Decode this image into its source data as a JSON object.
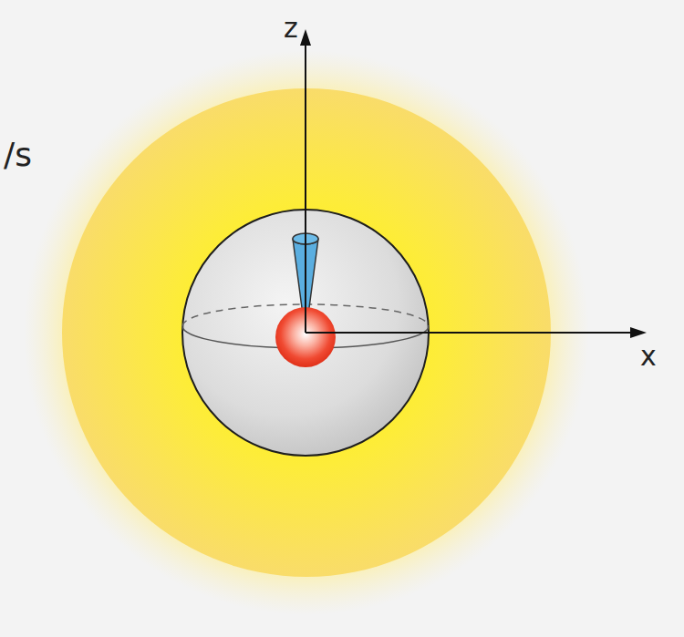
{
  "diagram": {
    "labels": [
      "/s",
      "z",
      "x"
    ]
  }
}
